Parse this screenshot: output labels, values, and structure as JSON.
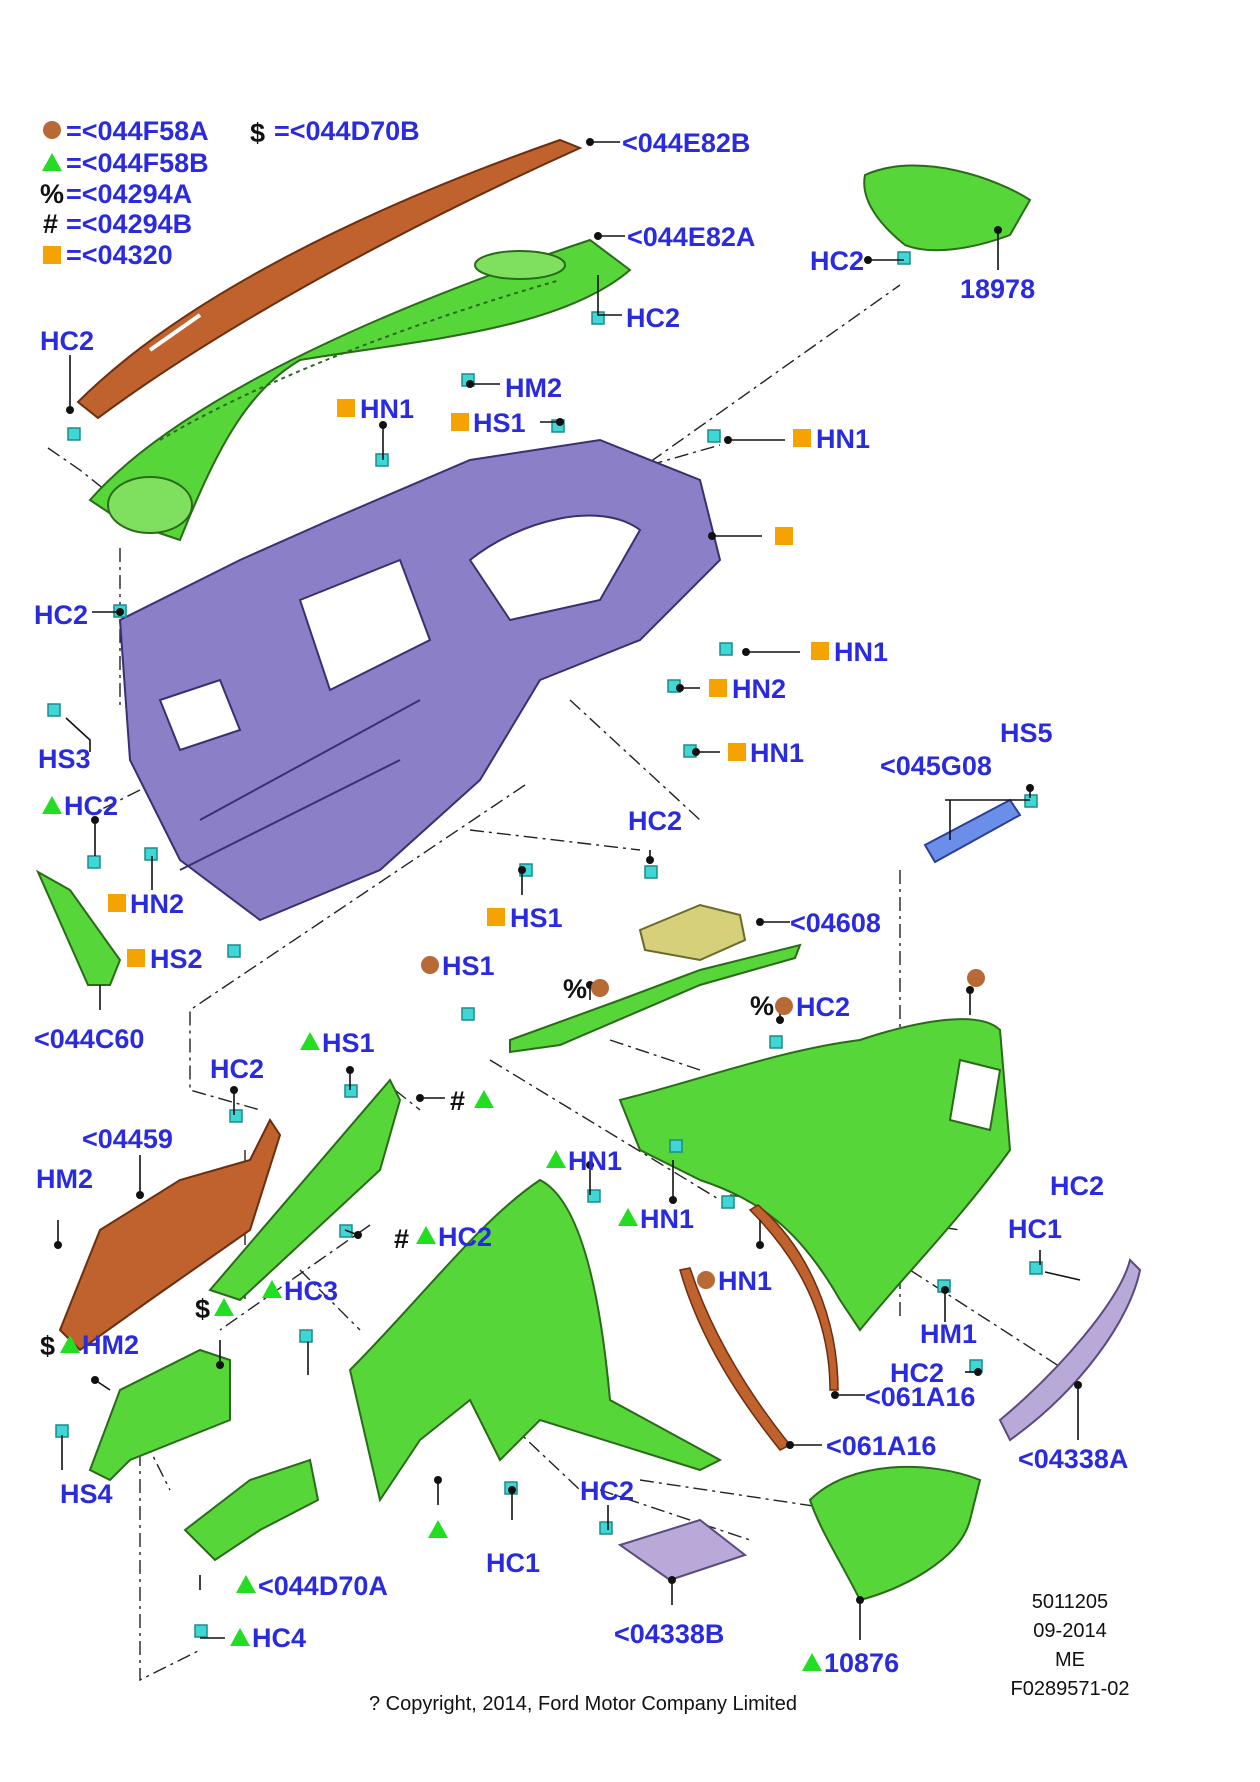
{
  "legend": {
    "brown_circle": "=<044F58A",
    "green_triangle": "=<044F58B",
    "percent_symbol": "%",
    "percent": "=<04294A",
    "hash_symbol": "#",
    "hash": "=<04294B",
    "orange_square": "=<04320",
    "dollar_symbol": "$",
    "dollar": "=<044D70B"
  },
  "colors": {
    "label_blue": "#2a2adf",
    "brown": "#b86a36",
    "green_marker": "#22dd22",
    "orange": "#f5a300",
    "part_green": "#57d63a",
    "part_purple": "#8b80c8",
    "part_copper": "#c0622d",
    "part_lavender": "#b9a9d8",
    "clip_cyan": "#3fd6d6"
  },
  "callouts": {
    "c044E82B": "<044E82B",
    "c044E82A": "<044E82A",
    "c18978": "18978",
    "hc2_a": "HC2",
    "hc2_b": "HC2",
    "hc2_c": "HC2",
    "hm2_a": "HM2",
    "hn1_a": "HN1",
    "hs1_a": "HS1",
    "hn1_b": "HN1",
    "hc2_d": "HC2",
    "hn1_c": "HN1",
    "hs3": "HS3",
    "hn2_a": "HN2",
    "hn1_d": "HN1",
    "hs5": "HS5",
    "c045G08": "<045G08",
    "hc2_e": "HC2",
    "hc2_f": "HC2",
    "hn2_b": "HN2",
    "hs1_b": "HS1",
    "c04608": "<04608",
    "hs2": "HS2",
    "c044C60": "<044C60",
    "hs1_c": "HS1",
    "percent_marker": "%",
    "percent_hc2_symbol": "%",
    "hc2_g": "HC2",
    "hs1_d": "HS1",
    "hc2_h": "HC2",
    "hash_marker": "#",
    "c04459": "<04459",
    "hm2_b": "HM2",
    "hn1_e": "HN1",
    "hn1_f": "HN1",
    "hash_hc2_symbol": "#",
    "hc2_i": "HC2",
    "hc2_j": "HC2",
    "hc1_a": "HC1",
    "dollar_marker": "$",
    "hc3": "HC3",
    "hn1_g": "HN1",
    "dollar_hm2_symbol": "$",
    "hm2_c": "HM2",
    "hm1": "HM1",
    "hc2_k": "HC2",
    "c061A16_a": "<061A16",
    "c061A16_b": "<061A16",
    "hs4": "HS4",
    "c04338A": "<04338A",
    "hc2_l": "HC2",
    "hc1_b": "HC1",
    "c044D70A": "<044D70A",
    "hc4": "HC4",
    "c04338B": "<04338B",
    "c10876": "10876"
  },
  "meta": {
    "ref": "5011205",
    "date": "09-2014",
    "region": "ME",
    "figure": "F0289571-02",
    "copyright": "? Copyright, 2014, Ford Motor Company Limited"
  }
}
